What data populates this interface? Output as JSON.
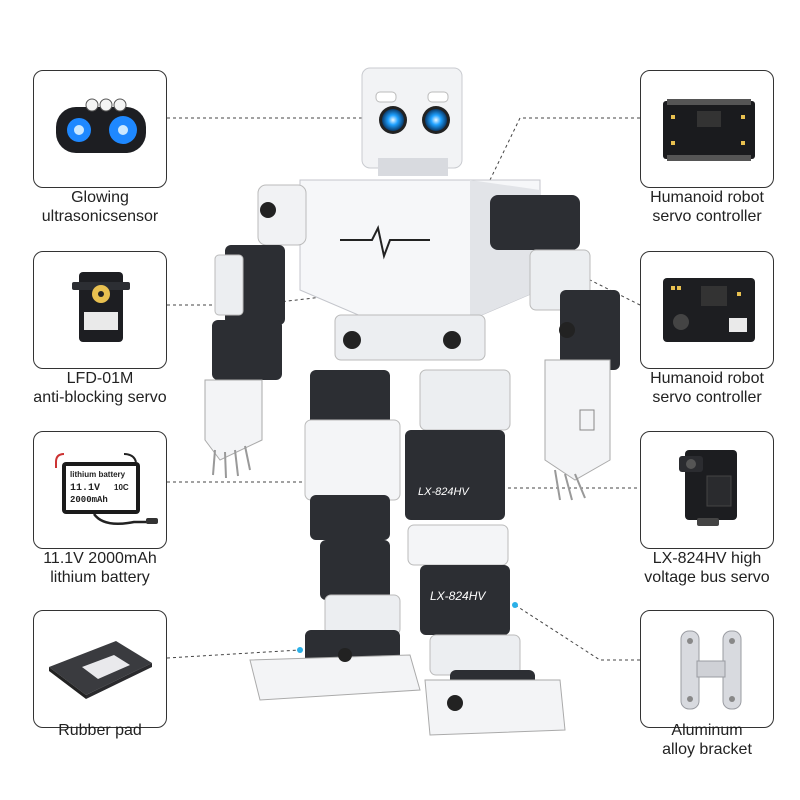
{
  "components": {
    "sensor": {
      "line1": "Glowing",
      "line2": "ultrasonicsensor",
      "icon": "ultrasonic-sensor-icon"
    },
    "servo_controller_top": {
      "line1": "Humanoid robot",
      "line2": "servo controller",
      "icon": "servo-controller-board-icon"
    },
    "servo_lfd": {
      "line1": "LFD-01M",
      "line2": "anti-blocking servo",
      "icon": "servo-motor-icon"
    },
    "servo_controller_bottom": {
      "line1": "Humanoid robot",
      "line2": "servo controller",
      "icon": "controller-board-icon"
    },
    "battery": {
      "line1": "11.1V 2000mAh",
      "line2": "lithium battery",
      "icon": "battery-icon",
      "label_text": "lithium battery",
      "voltage": "11.1V",
      "capacity": "2000mAh",
      "rate": "10C"
    },
    "bus_servo": {
      "line1": "LX-824HV high",
      "line2": "voltage bus servo",
      "icon": "bus-servo-icon"
    },
    "rubber_pad": {
      "line1": "Rubber pad",
      "icon": "rubber-pad-icon"
    },
    "bracket": {
      "line1": "Aluminum",
      "line2": "alloy bracket",
      "icon": "aluminum-bracket-icon"
    }
  },
  "robot": {
    "servo_text": "LX-824HV",
    "colors": {
      "white": "#f4f5f7",
      "dark": "#2a2c30",
      "eye": "#1ea0ff"
    }
  }
}
